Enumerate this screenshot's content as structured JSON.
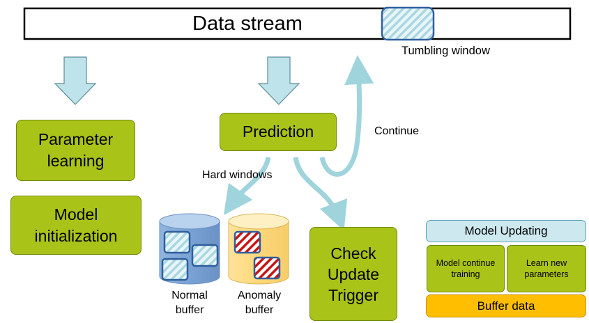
{
  "data_stream": {
    "label": "Data stream"
  },
  "tumbling_window": {
    "label": "Tumbling window"
  },
  "parameter_learning": {
    "label": "Parameter learning"
  },
  "model_initialization": {
    "label": "Model initialization"
  },
  "prediction": {
    "label": "Prediction"
  },
  "edges": {
    "continue": "Continue",
    "hard_windows": "Hard windows"
  },
  "normal_buffer": {
    "label": "Normal buffer"
  },
  "anomaly_buffer": {
    "label": "Anomaly buffer"
  },
  "check_update_trigger": {
    "label": "Check Update Trigger"
  },
  "model_updating": {
    "title": "Model Updating",
    "model_continue_training": "Model continue training",
    "learn_new_parameters": "Learn new parameters",
    "buffer_data": "Buffer data"
  },
  "colors": {
    "box_green": "#a9c318",
    "arrow_cyan": "#bfe3ea",
    "normal_buffer": "#7ea6d6",
    "anomaly_buffer": "#ffd97a",
    "model_updating_header": "#cde9ef",
    "buffer_data": "#ffbf00"
  }
}
